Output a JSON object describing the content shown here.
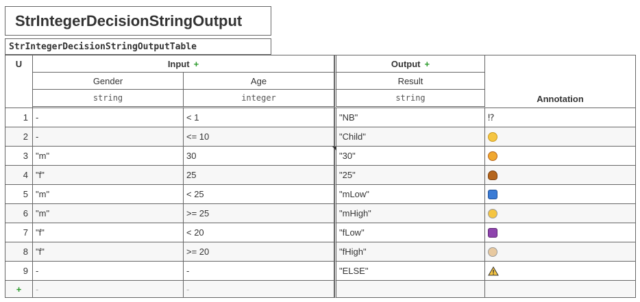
{
  "decision_name": "StrIntegerDecisionStringOutput",
  "table_name": "StrIntegerDecisionStringOutputTable",
  "hit_policy": "U",
  "input_label": "Input",
  "output_label": "Output",
  "add_symbol": "+",
  "annotation_label": "Annotation",
  "columns": [
    {
      "label": "Gender",
      "type": "string"
    },
    {
      "label": "Age",
      "type": "integer"
    },
    {
      "label": "Result",
      "type": "string"
    }
  ],
  "rows": [
    {
      "n": "1",
      "gender": "-",
      "age": "< 1",
      "result": "\"NB\"",
      "annotation": "⁉",
      "icon": "interrobang-icon",
      "icon_color": ""
    },
    {
      "n": "2",
      "gender": "-",
      "age": "<= 10",
      "result": "\"Child\"",
      "annotation": "",
      "icon": "child-face-icon",
      "icon_color": "#f5c542"
    },
    {
      "n": "3",
      "gender": "\"m\"",
      "age": "30",
      "result": "\"30\"",
      "annotation": "",
      "icon": "man-face-icon",
      "icon_color": "#f0a830"
    },
    {
      "n": "4",
      "gender": "\"f\"",
      "age": "25",
      "result": "\"25\"",
      "annotation": "",
      "icon": "woman-face-icon",
      "icon_color": "#b5651d"
    },
    {
      "n": "5",
      "gender": "\"m\"",
      "age": "< 25",
      "result": "\"mLow\"",
      "annotation": "",
      "icon": "man-raising-hand-icon",
      "icon_color": "#3a7bd5"
    },
    {
      "n": "6",
      "gender": "\"m\"",
      "age": ">= 25",
      "result": "\"mHigh\"",
      "annotation": "",
      "icon": "older-man-icon",
      "icon_color": "#f5c542"
    },
    {
      "n": "7",
      "gender": "\"f\"",
      "age": "< 20",
      "result": "\"fLow\"",
      "annotation": "",
      "icon": "woman-raising-hand-icon",
      "icon_color": "#8e44ad"
    },
    {
      "n": "8",
      "gender": "\"f\"",
      "age": ">= 20",
      "result": "\"fHigh\"",
      "annotation": "",
      "icon": "older-woman-icon",
      "icon_color": "#e8c9a0"
    },
    {
      "n": "9",
      "gender": "-",
      "age": "-",
      "result": "\"ELSE\"",
      "annotation": "",
      "icon": "warning-icon",
      "icon_color": "#f5c542"
    }
  ],
  "add_row": {
    "symbol": "+",
    "gender": "-",
    "age": "-"
  }
}
